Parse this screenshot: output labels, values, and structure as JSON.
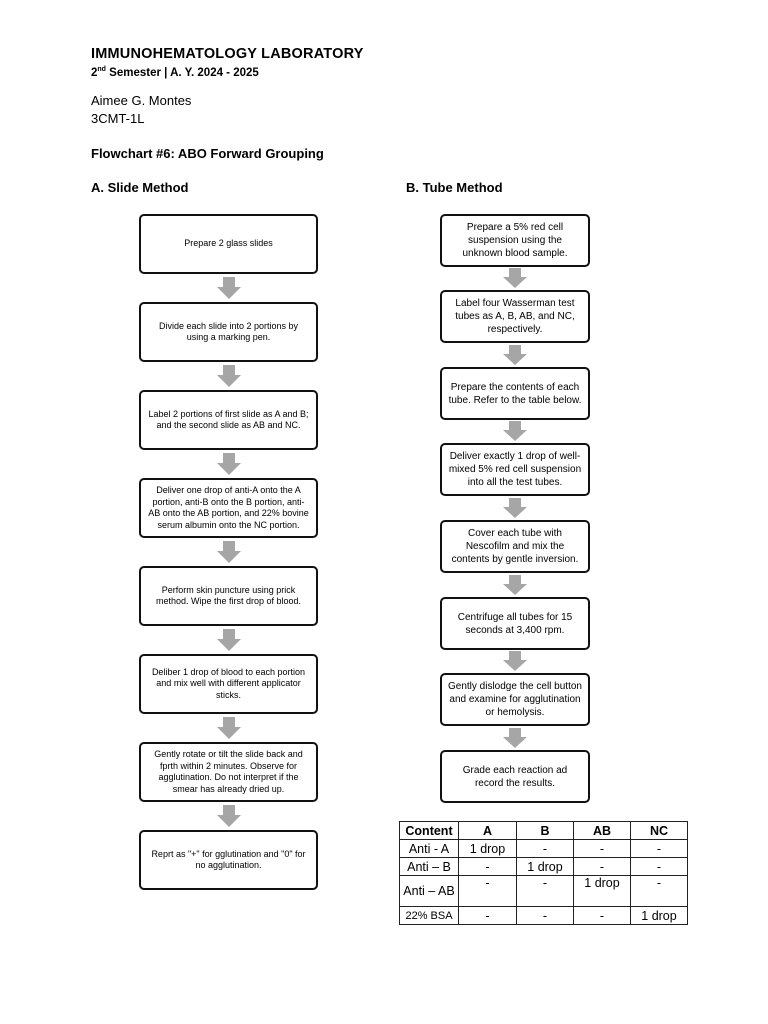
{
  "header": {
    "title": "IMMUNOHEMATOLOGY LABORATORY",
    "semester_num": "2",
    "semester_sup": "nd",
    "semester_rest": " Semester | A. Y. 2024 - 2025",
    "name": "Aimee G. Montes",
    "section": "3CMT-1L",
    "flowchart_title": "Flowchart #6: ABO Forward Grouping"
  },
  "slide": {
    "heading": "A. Slide Method",
    "steps": [
      "Prepare 2 glass slides",
      "Divide each slide into 2 portions by using a marking pen.",
      "Label 2 portions of first slide as A and B; and the second slide as AB and NC.",
      "Deliver one drop of anti-A onto the A portion, anti-B onto the B portion, anti-AB onto the AB portion, and 22% bovine serum albumin onto the NC portion.",
      "Perform skin puncture using prick method. Wipe the first drop of blood.",
      "Deliber 1 drop of blood to each portion and mix well with different applicator sticks.",
      "Gently rotate or tilt the slide back and fprth within 2 minutes. Observe for agglutination. Do not interpret if the smear has already dried up.",
      "Reprt as \"+\" for gglutination and \"0\" for no agglutination."
    ]
  },
  "tube": {
    "heading": "B. Tube Method",
    "steps": [
      "Prepare a 5% red cell suspension using the unknown blood sample.",
      "Label four Wasserman test tubes as A, B, AB, and NC, respectively.",
      "Prepare the contents of each tube. Refer to the table below.",
      "Deliver exactly 1 drop of well-mixed 5% red cell suspension into all the test tubes.",
      "Cover each tube with Nescofilm and mix the contents by gentle inversion.",
      "Centrifuge all tubes for 15 seconds at 3,400 rpm.",
      "Gently dislodge the cell button and examine for agglutination or hemolysis.",
      "Grade each reaction ad record the results."
    ]
  },
  "table": {
    "headers": [
      "Content",
      "A",
      "B",
      "AB",
      "NC"
    ],
    "rows": [
      [
        "Anti - A",
        "1 drop",
        "-",
        "-",
        "-"
      ],
      [
        "Anti – B",
        "-",
        "1 drop",
        "-",
        "-"
      ],
      [
        "Anti – AB",
        "-",
        "-",
        "1 drop",
        "-"
      ],
      [
        "22% BSA",
        "-",
        "-",
        "-",
        "1 drop"
      ]
    ]
  },
  "colors": {
    "arrow": "#a6a6a6",
    "border": "#111111"
  }
}
